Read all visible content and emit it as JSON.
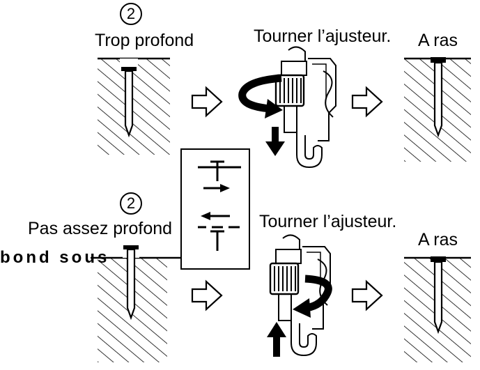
{
  "step_number": "2",
  "top_row": {
    "state_label": "Trop profond",
    "action_label": "Tourner l’ajusteur.",
    "result_label": "A ras"
  },
  "bottom_row": {
    "state_label": "Pas assez profond",
    "action_label": "Tourner l’ajusteur.",
    "result_label": "A ras"
  },
  "cropped_fragment": "bond sous",
  "icons": [
    "outline-right-arrow-icon",
    "rotation-arrow-icon",
    "down-arrow-icon",
    "up-arrow-icon",
    "nail-icon",
    "adjuster-icon",
    "legend-box"
  ],
  "colors": {
    "ink": "#000000",
    "background": "#ffffff"
  }
}
